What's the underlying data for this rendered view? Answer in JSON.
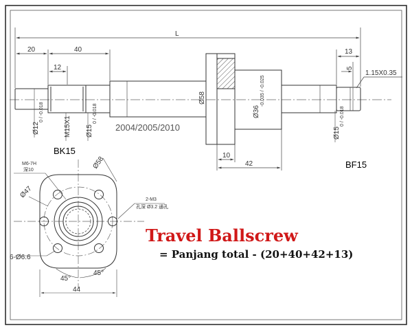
{
  "drawing": {
    "dimensions": {
      "total_length": "L",
      "d20": "20",
      "d40": "40",
      "d12": "12",
      "d13": "13",
      "d5": "5",
      "d10": "10",
      "d42": "42",
      "d44": "44",
      "chamfer": "1.15X0.35"
    },
    "diameters": {
      "d58": "Ø58",
      "d36": "Ø36",
      "d36_tol": "-0.035 / -0.025",
      "d12": "Ø12",
      "d12_tol": "0 / -0.018",
      "m15": "M15X1",
      "d15_bk": "Ø15",
      "d15_bk_tol": "0 / -0.018",
      "d15_bf": "Ø15",
      "d15_bf_tol": "0 / -0.018"
    },
    "models": "2004/2005/2010",
    "support_left": "BK15",
    "support_right": "BF15",
    "flange": {
      "tap_note": "M6-7H",
      "tap_depth": "深10",
      "bolt_circle": "Ø47",
      "flange_dia": "Ø58",
      "holes": "6-Ø6.6",
      "angle1": "45°",
      "angle2": "45°",
      "oil_hole": "2-M3",
      "oil_note": "孔深 Ø3.2 通孔"
    }
  },
  "caption": {
    "title": "Travel Ballscrew",
    "formula": "= Panjang total - (20+40+42+13)"
  }
}
